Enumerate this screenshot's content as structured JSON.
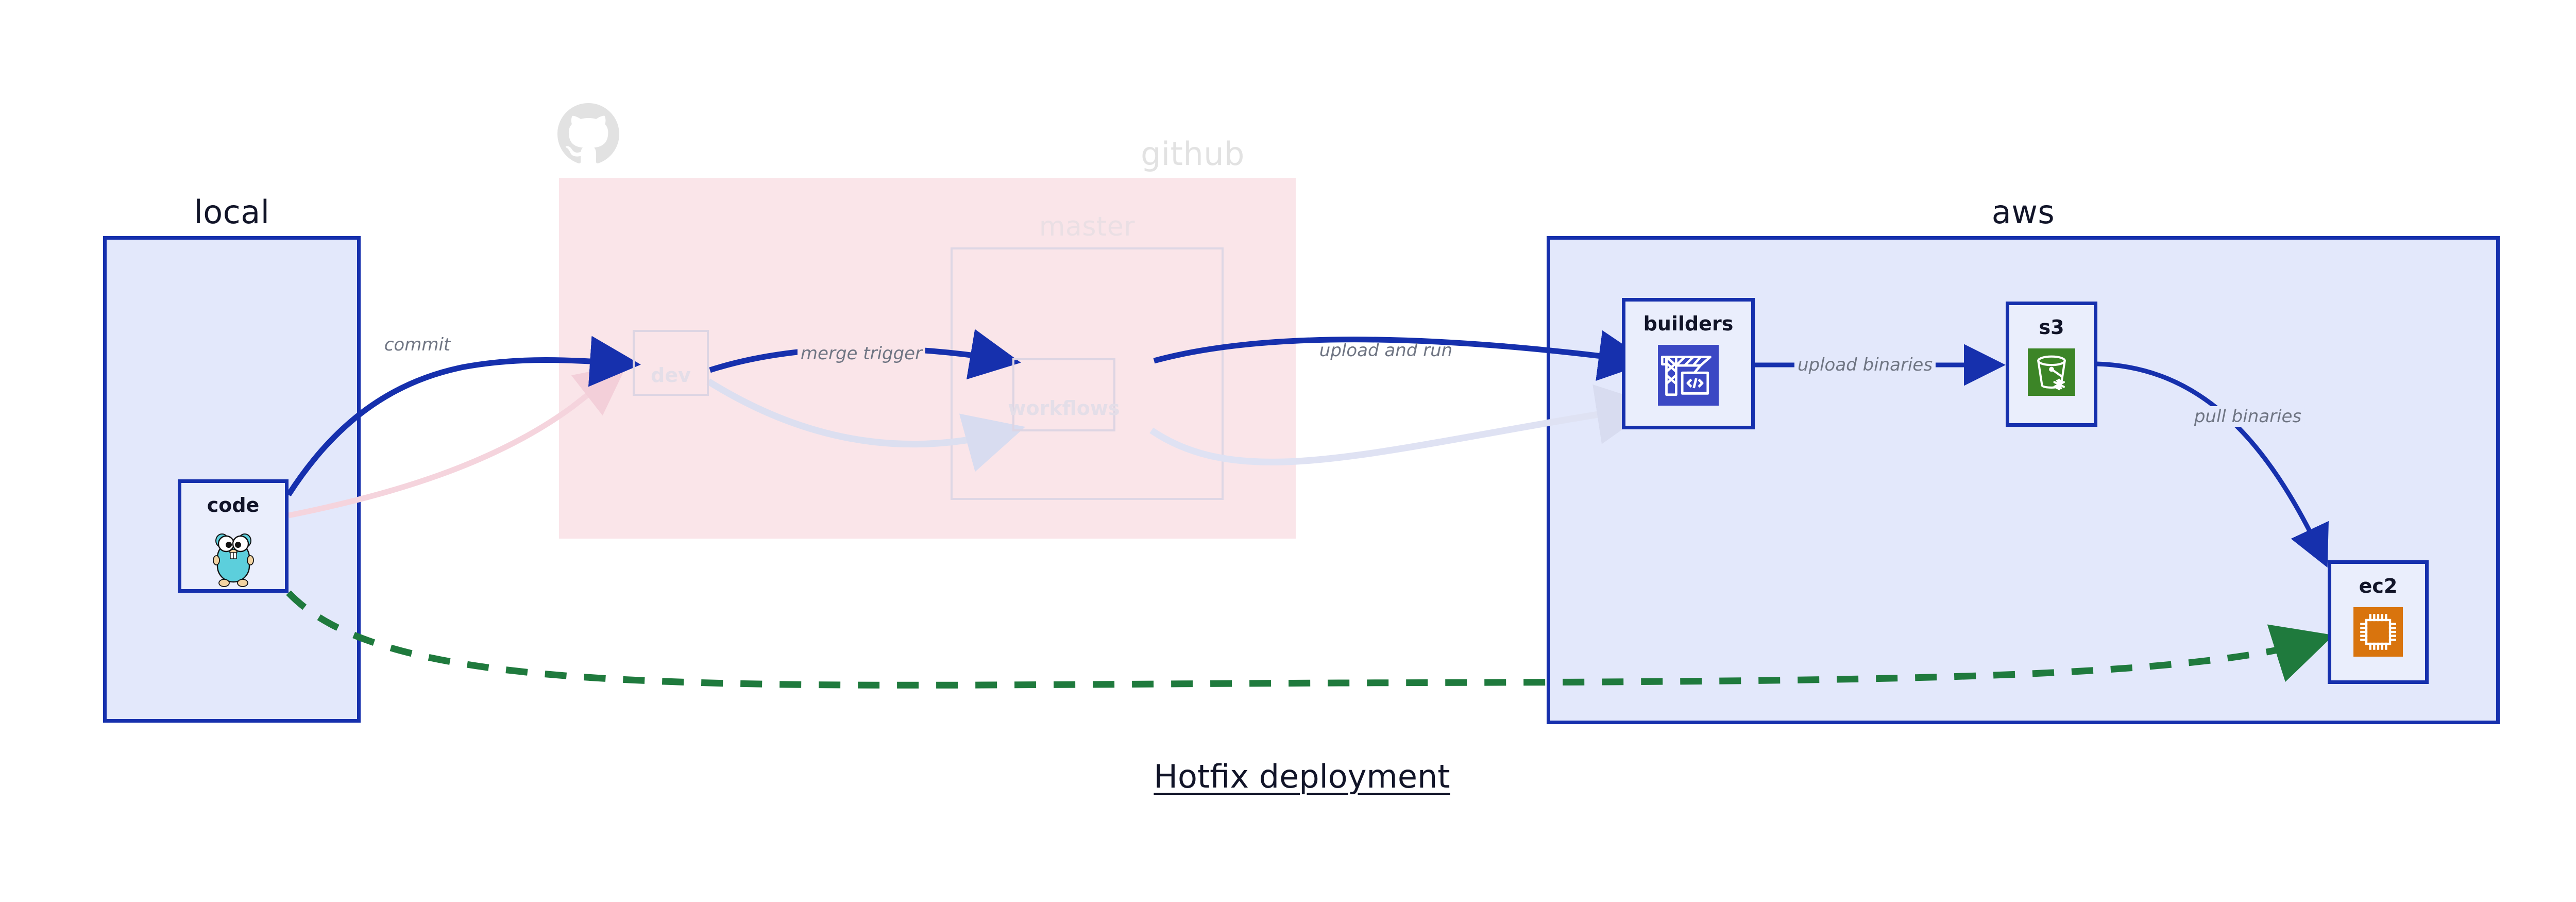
{
  "diagram": {
    "title": "Hotfix deployment",
    "groups": [
      {
        "id": "local",
        "label": "local",
        "style": "solid"
      },
      {
        "id": "github",
        "label": "github",
        "style": "faded",
        "logo": "github-octocat-icon"
      },
      {
        "id": "aws",
        "label": "aws",
        "style": "solid"
      }
    ],
    "subgroups": [
      {
        "id": "master",
        "label": "master",
        "parent": "github"
      }
    ],
    "nodes": [
      {
        "id": "code",
        "label": "code",
        "group": "local",
        "icon": "go-gopher-icon",
        "style": "solid"
      },
      {
        "id": "dev",
        "label": "dev",
        "group": "github",
        "icon": "none",
        "style": "ghost"
      },
      {
        "id": "workflows",
        "label": "workflows",
        "group": "master",
        "icon": "none",
        "style": "ghost"
      },
      {
        "id": "builders",
        "label": "builders",
        "group": "aws",
        "icon": "crane-code-icon",
        "style": "solid"
      },
      {
        "id": "s3",
        "label": "s3",
        "group": "aws",
        "icon": "s3-bucket-icon",
        "style": "solid"
      },
      {
        "id": "ec2",
        "label": "ec2",
        "group": "aws",
        "icon": "cpu-chip-icon",
        "style": "solid"
      }
    ],
    "edges": [
      {
        "id": "e1",
        "from": "code",
        "to": "dev",
        "label": "commit",
        "style": "solid-blue"
      },
      {
        "id": "e2",
        "from": "dev",
        "to": "workflows",
        "label": "merge trigger",
        "style": "solid-blue"
      },
      {
        "id": "e3",
        "from": "workflows",
        "to": "builders",
        "label": "upload and run",
        "style": "solid-blue"
      },
      {
        "id": "e4",
        "from": "builders",
        "to": "s3",
        "label": "upload binaries",
        "style": "solid-blue"
      },
      {
        "id": "e5",
        "from": "s3",
        "to": "ec2",
        "label": "pull binaries",
        "style": "solid-blue"
      },
      {
        "id": "e6",
        "from": "code",
        "to": "ec2",
        "label": "",
        "style": "dashed-green"
      },
      {
        "id": "e7",
        "from": "code",
        "to": "dev",
        "label": "",
        "style": "faded-pink"
      },
      {
        "id": "e8",
        "from": "dev",
        "to": "workflows",
        "label": "",
        "style": "faded-blue"
      },
      {
        "id": "e9",
        "from": "workflows",
        "to": "builders",
        "label": "",
        "style": "faded-blue"
      }
    ],
    "colors": {
      "group_blue_fill": "#e3e8fb",
      "group_blue_border": "#1630ad",
      "group_pink_fill": "#fae5e9",
      "node_fill": "#eaeefc",
      "arrow_blue": "#1630ad",
      "arrow_green": "#1f7a3d",
      "arrow_pink_faded": "#f7dbe2",
      "label_gray": "#6f7583",
      "ghost_gray": "#e2e2e2",
      "icon_builders_bg": "#3b48c4",
      "icon_s3_bg": "#3c8527",
      "icon_ec2_bg": "#d9740d",
      "gopher_body": "#5ccfdc",
      "title_dark": "#111428"
    }
  }
}
